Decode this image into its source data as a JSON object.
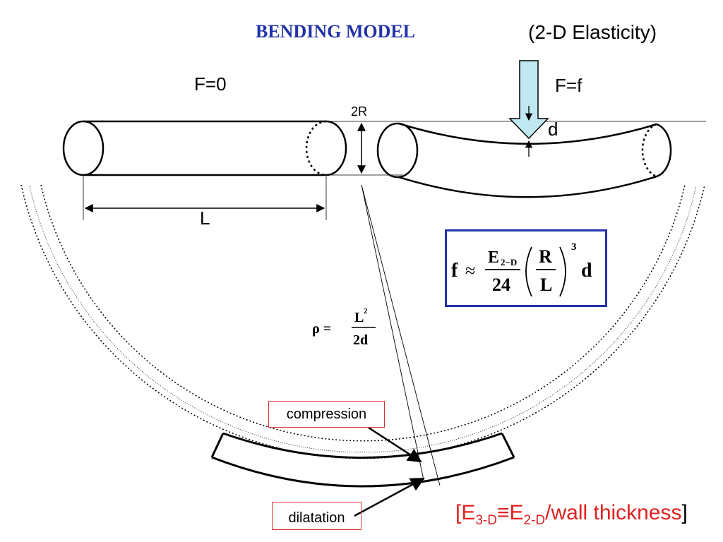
{
  "title": "BENDING MODEL",
  "subtitle": "(2-D Elasticity)",
  "left_force_label": "F=0",
  "right_force_label": "F=f",
  "diameter_label": "2R",
  "deflection_label": "d",
  "length_label": "L",
  "formula": {
    "lhs": "f",
    "approx": "≈",
    "numerator_E": "E",
    "numerator_E_sub": "2−D",
    "denominator": "24",
    "R": "R",
    "L": "L",
    "exponent": "3",
    "tail": "d"
  },
  "rho_formula": {
    "lhs": "ρ =",
    "numerator": "L",
    "numerator_exp": "2",
    "denominator": "2d"
  },
  "compression_label": "compression",
  "dilatation_label": "dilatation",
  "note": {
    "open": "[",
    "e1": "E",
    "e1_sub": "3-D",
    "equiv": "≡",
    "e2": "E",
    "e2_sub": "2-D",
    "rest": "/wall thickness",
    "close": "]"
  },
  "colors": {
    "title": "#2233aa",
    "formula_border": "#2233aa",
    "note": "#e02020",
    "label_border": "#e03030",
    "arrow_fill": "#bfe8f2"
  }
}
